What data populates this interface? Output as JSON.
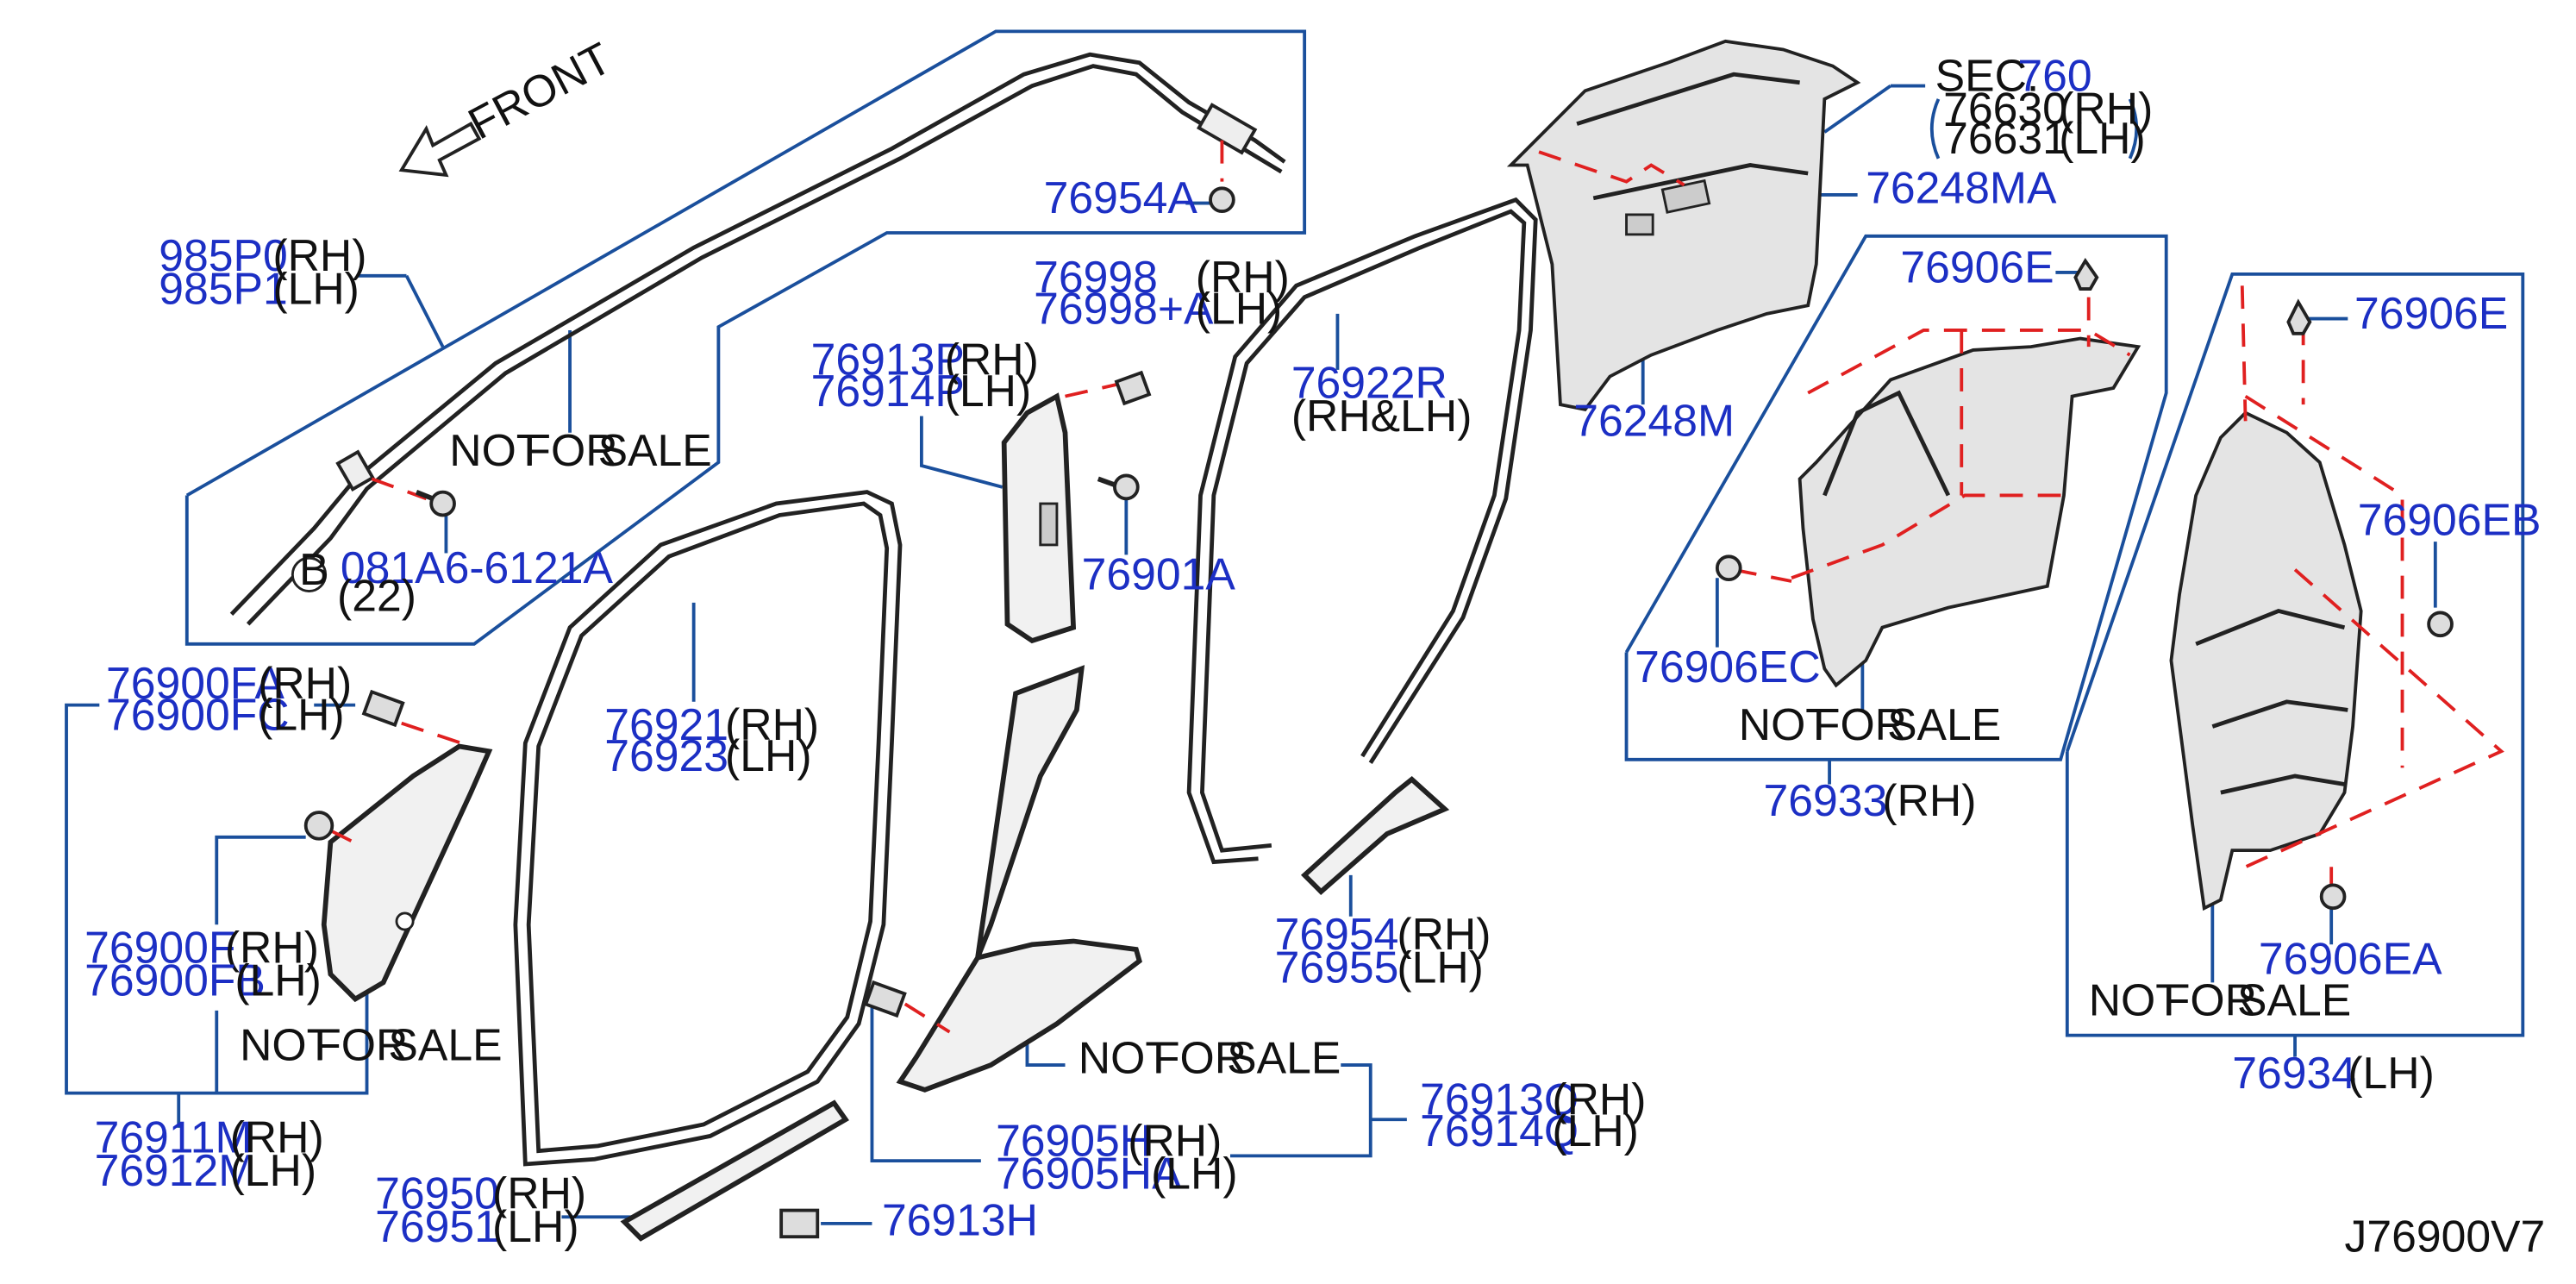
{
  "diagram": {
    "front_label": "FRONT",
    "sec_label": "SEC.",
    "sec_number": "760",
    "drawing_code": "J76900V7",
    "callouts": [
      {
        "part": "985P0",
        "side": "(RH)"
      },
      {
        "part": "985P1",
        "side": "(LH)"
      },
      {
        "part": "76954A",
        "side": ""
      },
      {
        "part": "081A6-6121A",
        "side": ""
      },
      {
        "qty": "(22)"
      },
      {
        "bolt_marker": "B"
      },
      {
        "part": "76998",
        "side": "(RH)"
      },
      {
        "part": "76998+A",
        "side": "(LH)"
      },
      {
        "part": "76913P",
        "side": "(RH)"
      },
      {
        "part": "76914P",
        "side": "(LH)"
      },
      {
        "part": "76901A",
        "side": ""
      },
      {
        "part": "76922R",
        "side": "(RH&LH)"
      },
      {
        "part": "76630",
        "side": "(RH)"
      },
      {
        "part": "76631",
        "side": "(LH)"
      },
      {
        "part": "76248MA",
        "side": ""
      },
      {
        "part": "76248M",
        "side": ""
      },
      {
        "part": "76906E",
        "side": ""
      },
      {
        "part": "76906EB",
        "side": ""
      },
      {
        "part": "76906EC",
        "side": ""
      },
      {
        "part": "76906EA",
        "side": ""
      },
      {
        "part": "76933",
        "side": "(RH)"
      },
      {
        "part": "76934",
        "side": "(LH)"
      },
      {
        "part": "76900FA",
        "side": "(RH)"
      },
      {
        "part": "76900FC",
        "side": "(LH)"
      },
      {
        "part": "76900F",
        "side": "(RH)"
      },
      {
        "part": "76900FB",
        "side": "(LH)"
      },
      {
        "part": "76911M",
        "side": "(RH)"
      },
      {
        "part": "76912M",
        "side": "(LH)"
      },
      {
        "part": "76921",
        "side": "(RH)"
      },
      {
        "part": "76923",
        "side": "(LH)"
      },
      {
        "part": "76950",
        "side": "(RH)"
      },
      {
        "part": "76951",
        "side": "(LH)"
      },
      {
        "part": "76913H",
        "side": ""
      },
      {
        "part": "76905H",
        "side": "(RH)"
      },
      {
        "part": "76905HA",
        "side": "(LH)"
      },
      {
        "part": "76913Q",
        "side": "(RH)"
      },
      {
        "part": "76914Q",
        "side": "(LH)"
      },
      {
        "part": "76954",
        "side": "(RH)"
      },
      {
        "part": "76955",
        "side": "(LH)"
      }
    ],
    "not_for_sale": [
      {
        "w1": "NOT",
        "w2": "FOR",
        "w3": "SALE"
      },
      {
        "w1": "NOT",
        "w2": "FOR",
        "w3": "SALE"
      },
      {
        "w1": "NOT",
        "w2": "FOR",
        "w3": "SALE"
      },
      {
        "w1": "NOT",
        "w2": "FOR",
        "w3": "SALE"
      },
      {
        "w1": "NOT",
        "w2": "FOR",
        "w3": "SALE"
      }
    ]
  }
}
